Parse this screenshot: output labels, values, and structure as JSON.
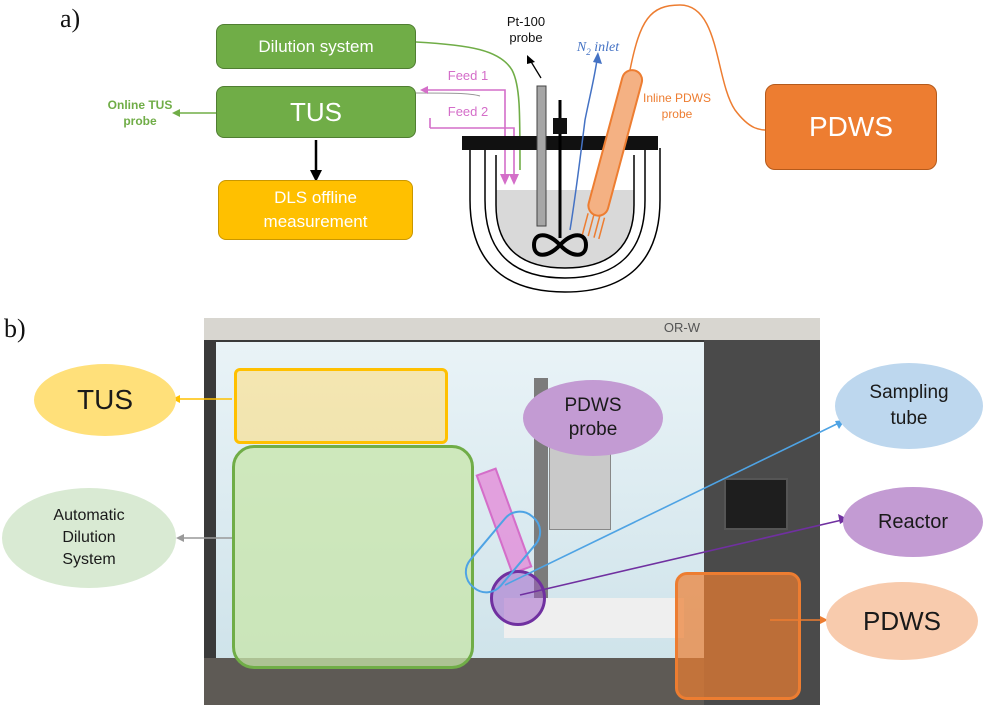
{
  "panel_a": {
    "label": "a)",
    "dilution_system": "Dilution system",
    "tus": "TUS",
    "dls": "DLS offline measurement",
    "online_tus_probe": "Online TUS probe",
    "feed1": "Feed 1",
    "feed2": "Feed 2",
    "pt100": "Pt-100 probe",
    "n2_inlet": "N",
    "n2_sub": "2",
    "n2_suffix": " inlet",
    "inline_pdws_probe": "Inline PDWS probe",
    "pdws": "PDWS"
  },
  "panel_b": {
    "label": "b)",
    "tus": "TUS",
    "automatic_dilution": "Automatic Dilution System",
    "pdws_probe": "PDWS probe",
    "sampling_tube": "Sampling tube",
    "reactor": "Reactor",
    "pdws": "PDWS",
    "hood_text": "OR-W"
  },
  "colors": {
    "green": "#70ad47",
    "yellow": "#ffc000",
    "orange": "#ed7d31",
    "pink": "#d46ec9",
    "blue": "#4472c4",
    "purple": "#7030a0",
    "light_green_ellipse": "#d9ead3",
    "light_yellow_ellipse": "#ffe07a",
    "light_blue_ellipse": "#bdd7ee",
    "light_purple_ellipse": "#c39bd3",
    "light_orange_ellipse": "#f8cbad"
  }
}
